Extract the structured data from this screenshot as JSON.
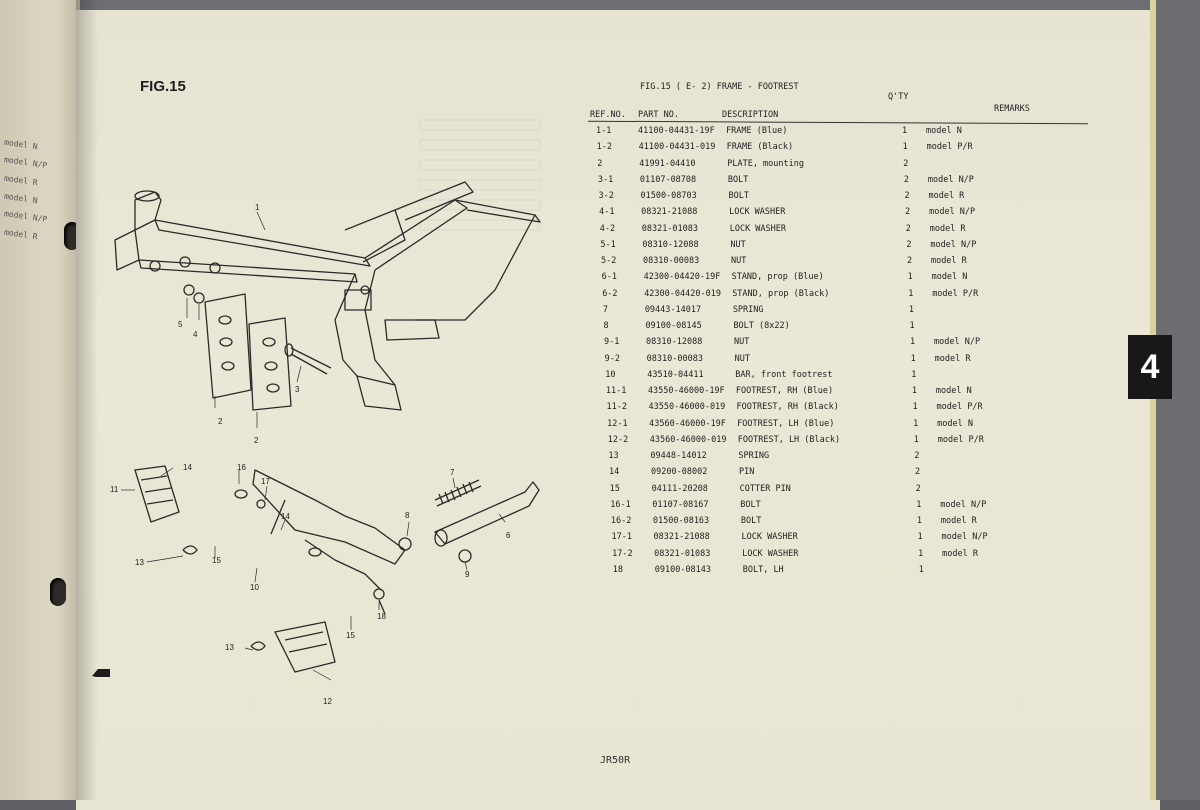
{
  "figure_label": "FIG.15",
  "table_title": "FIG.15 (  E- 2) FRAME - FOOTREST",
  "headers": {
    "qty": "Q'TY",
    "remarks": "REMARKS",
    "ref_no": "REF.NO.",
    "part_no": "PART NO.",
    "description": "DESCRIPTION"
  },
  "rows": [
    {
      "ref": "1-1",
      "part": "41100-04431-19F",
      "desc": "FRAME (Blue)",
      "qty": "1",
      "remarks": "model N"
    },
    {
      "ref": "1-2",
      "part": "41100-04431-019",
      "desc": "FRAME (Black)",
      "qty": "1",
      "remarks": "model P/R"
    },
    {
      "ref": "2",
      "part": "41991-04410",
      "desc": "PLATE, mounting",
      "qty": "2",
      "remarks": ""
    },
    {
      "ref": "3-1",
      "part": "01107-08708",
      "desc": "BOLT",
      "qty": "2",
      "remarks": "model N/P"
    },
    {
      "ref": "3-2",
      "part": "01500-08703",
      "desc": "BOLT",
      "qty": "2",
      "remarks": "model R"
    },
    {
      "ref": "4-1",
      "part": "08321-21088",
      "desc": "LOCK WASHER",
      "qty": "2",
      "remarks": "model N/P"
    },
    {
      "ref": "4-2",
      "part": "08321-01083",
      "desc": "LOCK WASHER",
      "qty": "2",
      "remarks": "model R"
    },
    {
      "ref": "5-1",
      "part": "08310-12088",
      "desc": "NUT",
      "qty": "2",
      "remarks": "model N/P"
    },
    {
      "ref": "5-2",
      "part": "08310-00083",
      "desc": "NUT",
      "qty": "2",
      "remarks": "model R"
    },
    {
      "ref": "6-1",
      "part": "42300-04420-19F",
      "desc": "STAND, prop (Blue)",
      "qty": "1",
      "remarks": "model N"
    },
    {
      "ref": "6-2",
      "part": "42300-04420-019",
      "desc": "STAND, prop (Black)",
      "qty": "1",
      "remarks": "model P/R"
    },
    {
      "ref": "7",
      "part": "09443-14017",
      "desc": "SPRING",
      "qty": "1",
      "remarks": ""
    },
    {
      "ref": "8",
      "part": "09100-08145",
      "desc": "BOLT (8x22)",
      "qty": "1",
      "remarks": ""
    },
    {
      "ref": "9-1",
      "part": "08310-12088",
      "desc": "NUT",
      "qty": "1",
      "remarks": "model N/P"
    },
    {
      "ref": "9-2",
      "part": "08310-00083",
      "desc": "NUT",
      "qty": "1",
      "remarks": "model R"
    },
    {
      "ref": "10",
      "part": "43510-04411",
      "desc": "BAR, front footrest",
      "qty": "1",
      "remarks": ""
    },
    {
      "ref": "11-1",
      "part": "43550-46000-19F",
      "desc": "FOOTREST, RH (Blue)",
      "qty": "1",
      "remarks": "model N"
    },
    {
      "ref": "11-2",
      "part": "43550-46000-019",
      "desc": "FOOTREST, RH (Black)",
      "qty": "1",
      "remarks": "model P/R"
    },
    {
      "ref": "12-1",
      "part": "43560-46000-19F",
      "desc": "FOOTREST, LH (Blue)",
      "qty": "1",
      "remarks": "model N"
    },
    {
      "ref": "12-2",
      "part": "43560-46000-019",
      "desc": "FOOTREST, LH (Black)",
      "qty": "1",
      "remarks": "model P/R"
    },
    {
      "ref": "13",
      "part": "09448-14012",
      "desc": "SPRING",
      "qty": "2",
      "remarks": ""
    },
    {
      "ref": "14",
      "part": "09200-08002",
      "desc": "PIN",
      "qty": "2",
      "remarks": ""
    },
    {
      "ref": "15",
      "part": "04111-20208",
      "desc": "COTTER PIN",
      "qty": "2",
      "remarks": ""
    },
    {
      "ref": "16-1",
      "part": "01107-08167",
      "desc": "BOLT",
      "qty": "1",
      "remarks": "model N/P"
    },
    {
      "ref": "16-2",
      "part": "01500-08163",
      "desc": "BOLT",
      "qty": "1",
      "remarks": "model R"
    },
    {
      "ref": "17-1",
      "part": "08321-21088",
      "desc": "LOCK WASHER",
      "qty": "1",
      "remarks": "model N/P"
    },
    {
      "ref": "17-2",
      "part": "08321-01083",
      "desc": "LOCK WASHER",
      "qty": "1",
      "remarks": "model R"
    },
    {
      "ref": "18",
      "part": "09100-08143",
      "desc": "BOLT, LH",
      "qty": "1",
      "remarks": ""
    }
  ],
  "section_tab": "4",
  "page_id": "JR50R",
  "left_page_labels": [
    "model N",
    "model N/P",
    "model R",
    "model N",
    "model N/P",
    "model R"
  ],
  "callouts": [
    "1",
    "2",
    "2",
    "3",
    "4",
    "5",
    "6",
    "7",
    "8",
    "9",
    "10",
    "11",
    "12",
    "13",
    "13",
    "14",
    "14",
    "15",
    "15",
    "16",
    "17",
    "18"
  ]
}
